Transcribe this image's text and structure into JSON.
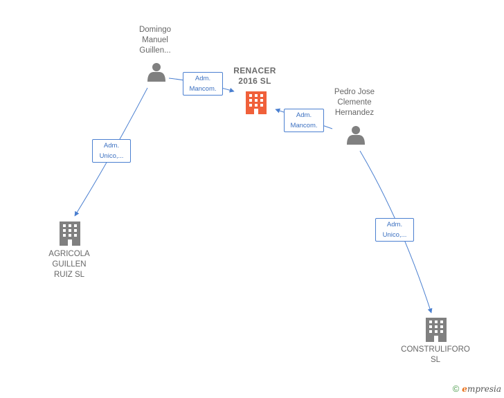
{
  "nodes": {
    "renacer": {
      "label": "RENACER\n2016  SL",
      "type": "company",
      "color": "#f0603a"
    },
    "domingo": {
      "label": "Domingo\nManuel\nGuillen...",
      "type": "person",
      "color": "#808080"
    },
    "pedro": {
      "label": "Pedro Jose\nClemente\nHernandez",
      "type": "person",
      "color": "#808080"
    },
    "agricola": {
      "label": "AGRICOLA\nGUILLEN\nRUIZ  SL",
      "type": "company",
      "color": "#808080"
    },
    "construliforo": {
      "label": "CONSTRULIFORO\nSL",
      "type": "company",
      "color": "#808080"
    }
  },
  "edges": {
    "domingo_renacer": {
      "label": "Adm.\nMancom."
    },
    "pedro_renacer": {
      "label": "Adm.\nMancom."
    },
    "domingo_agricola": {
      "label": "Adm.\nUnico,..."
    },
    "pedro_construliforo": {
      "label": "Adm.\nUnico,..."
    }
  },
  "colors": {
    "edge": "#4a7fd0"
  },
  "footer": {
    "copyright": "©",
    "brand_initial": "e",
    "brand_rest": "mpresia"
  }
}
